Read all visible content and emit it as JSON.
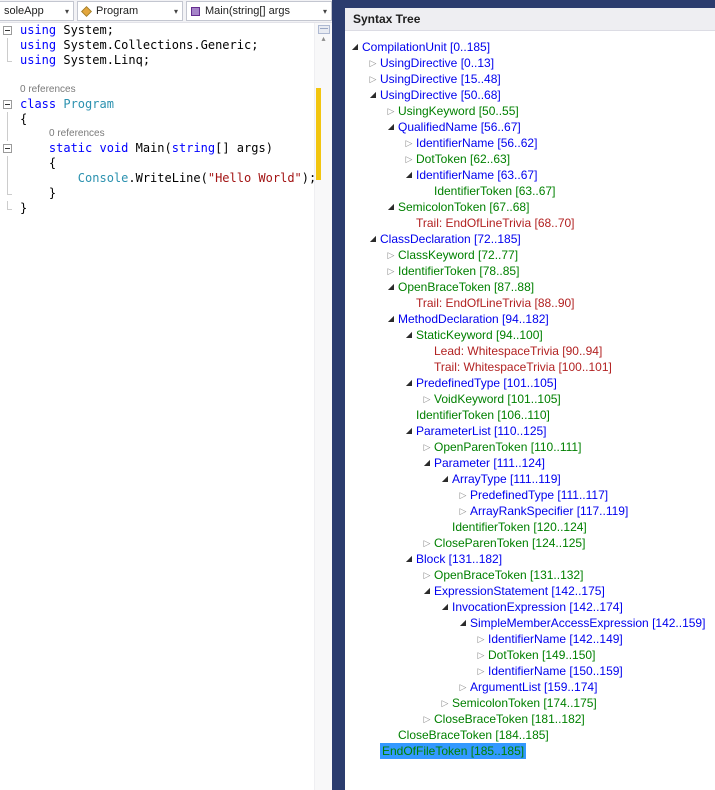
{
  "editor": {
    "navbar": {
      "project_label": "soleApp",
      "type_label": "Program",
      "member_label": "Main(string[] args"
    },
    "lines": [
      {
        "type": "code",
        "fold": "minus",
        "segments": [
          {
            "c": "kw",
            "t": "using"
          },
          {
            "c": "pl",
            "t": " System;"
          }
        ]
      },
      {
        "type": "code",
        "fold": "vline",
        "segments": [
          {
            "c": "kw",
            "t": "using"
          },
          {
            "c": "pl",
            "t": " System.Collections.Generic;"
          }
        ]
      },
      {
        "type": "code",
        "fold": "end",
        "segments": [
          {
            "c": "kw",
            "t": "using"
          },
          {
            "c": "pl",
            "t": " System.Linq;"
          }
        ]
      },
      {
        "type": "code",
        "fold": "none",
        "segments": []
      },
      {
        "type": "codelens",
        "fold": "none",
        "indent": 0,
        "text": "0 references"
      },
      {
        "type": "code",
        "fold": "minus",
        "segments": [
          {
            "c": "kw",
            "t": "class"
          },
          {
            "c": "pl",
            "t": " "
          },
          {
            "c": "ty",
            "t": "Program"
          }
        ]
      },
      {
        "type": "code",
        "fold": "vline",
        "segments": [
          {
            "c": "pl",
            "t": "{"
          }
        ]
      },
      {
        "type": "codelens",
        "fold": "vline",
        "indent": 1,
        "text": "0 references"
      },
      {
        "type": "code",
        "fold": "minus",
        "segments": [
          {
            "c": "pl",
            "t": "    "
          },
          {
            "c": "kw",
            "t": "static"
          },
          {
            "c": "pl",
            "t": " "
          },
          {
            "c": "kw",
            "t": "void"
          },
          {
            "c": "pl",
            "t": " Main("
          },
          {
            "c": "kw",
            "t": "string"
          },
          {
            "c": "pl",
            "t": "[] args)"
          }
        ]
      },
      {
        "type": "code",
        "fold": "vline",
        "segments": [
          {
            "c": "pl",
            "t": "    {"
          }
        ]
      },
      {
        "type": "code",
        "fold": "vline",
        "caret": true,
        "segments": [
          {
            "c": "pl",
            "t": "        "
          },
          {
            "c": "ty",
            "t": "Console"
          },
          {
            "c": "pl",
            "t": ".WriteLine("
          },
          {
            "c": "str",
            "t": "\"Hello World\""
          },
          {
            "c": "pl",
            "t": ");"
          }
        ]
      },
      {
        "type": "code",
        "fold": "end",
        "segments": [
          {
            "c": "pl",
            "t": "    }"
          }
        ]
      },
      {
        "type": "code",
        "fold": "end",
        "segments": [
          {
            "c": "pl",
            "t": "}"
          }
        ]
      }
    ]
  },
  "syntax_tree": {
    "title": "Syntax Tree",
    "nodes": [
      {
        "label": "CompilationUnit [0..185]",
        "kind": "node",
        "indent": 0,
        "glyph": "expanded"
      },
      {
        "label": "UsingDirective [0..13]",
        "kind": "node",
        "indent": 1,
        "glyph": "collapsed"
      },
      {
        "label": "UsingDirective [15..48]",
        "kind": "node",
        "indent": 1,
        "glyph": "collapsed"
      },
      {
        "label": "UsingDirective [50..68]",
        "kind": "node",
        "indent": 1,
        "glyph": "expanded"
      },
      {
        "label": "UsingKeyword [50..55]",
        "kind": "token",
        "indent": 2,
        "glyph": "collapsed"
      },
      {
        "label": "QualifiedName [56..67]",
        "kind": "node",
        "indent": 2,
        "glyph": "expanded"
      },
      {
        "label": "IdentifierName [56..62]",
        "kind": "node",
        "indent": 3,
        "glyph": "collapsed"
      },
      {
        "label": "DotToken [62..63]",
        "kind": "token",
        "indent": 3,
        "glyph": "collapsed"
      },
      {
        "label": "IdentifierName [63..67]",
        "kind": "node",
        "indent": 3,
        "glyph": "expanded"
      },
      {
        "label": "IdentifierToken [63..67]",
        "kind": "token",
        "indent": 4,
        "glyph": "none"
      },
      {
        "label": "SemicolonToken [67..68]",
        "kind": "token",
        "indent": 2,
        "glyph": "expanded"
      },
      {
        "label": "Trail: EndOfLineTrivia [68..70]",
        "kind": "trivia",
        "indent": 3,
        "glyph": "none"
      },
      {
        "label": "ClassDeclaration [72..185]",
        "kind": "node",
        "indent": 1,
        "glyph": "expanded"
      },
      {
        "label": "ClassKeyword [72..77]",
        "kind": "token",
        "indent": 2,
        "glyph": "collapsed"
      },
      {
        "label": "IdentifierToken [78..85]",
        "kind": "token",
        "indent": 2,
        "glyph": "collapsed"
      },
      {
        "label": "OpenBraceToken [87..88]",
        "kind": "token",
        "indent": 2,
        "glyph": "expanded"
      },
      {
        "label": "Trail: EndOfLineTrivia [88..90]",
        "kind": "trivia",
        "indent": 3,
        "glyph": "none"
      },
      {
        "label": "MethodDeclaration [94..182]",
        "kind": "node",
        "indent": 2,
        "glyph": "expanded"
      },
      {
        "label": "StaticKeyword [94..100]",
        "kind": "token",
        "indent": 3,
        "glyph": "expanded"
      },
      {
        "label": "Lead: WhitespaceTrivia [90..94]",
        "kind": "trivia",
        "indent": 4,
        "glyph": "none"
      },
      {
        "label": "Trail: WhitespaceTrivia [100..101]",
        "kind": "trivia",
        "indent": 4,
        "glyph": "none"
      },
      {
        "label": "PredefinedType [101..105]",
        "kind": "node",
        "indent": 3,
        "glyph": "expanded"
      },
      {
        "label": "VoidKeyword [101..105]",
        "kind": "token",
        "indent": 4,
        "glyph": "collapsed"
      },
      {
        "label": "IdentifierToken [106..110]",
        "kind": "token",
        "indent": 3,
        "glyph": "none"
      },
      {
        "label": "ParameterList [110..125]",
        "kind": "node",
        "indent": 3,
        "glyph": "expanded"
      },
      {
        "label": "OpenParenToken [110..111]",
        "kind": "token",
        "indent": 4,
        "glyph": "collapsed"
      },
      {
        "label": "Parameter [111..124]",
        "kind": "node",
        "indent": 4,
        "glyph": "expanded"
      },
      {
        "label": "ArrayType [111..119]",
        "kind": "node",
        "indent": 5,
        "glyph": "expanded"
      },
      {
        "label": "PredefinedType [111..117]",
        "kind": "node",
        "indent": 6,
        "glyph": "collapsed"
      },
      {
        "label": "ArrayRankSpecifier [117..119]",
        "kind": "node",
        "indent": 6,
        "glyph": "collapsed"
      },
      {
        "label": "IdentifierToken [120..124]",
        "kind": "token",
        "indent": 5,
        "glyph": "none"
      },
      {
        "label": "CloseParenToken [124..125]",
        "kind": "token",
        "indent": 4,
        "glyph": "collapsed"
      },
      {
        "label": "Block [131..182]",
        "kind": "node",
        "indent": 3,
        "glyph": "expanded"
      },
      {
        "label": "OpenBraceToken [131..132]",
        "kind": "token",
        "indent": 4,
        "glyph": "collapsed"
      },
      {
        "label": "ExpressionStatement [142..175]",
        "kind": "node",
        "indent": 4,
        "glyph": "expanded"
      },
      {
        "label": "InvocationExpression [142..174]",
        "kind": "node",
        "indent": 5,
        "glyph": "expanded"
      },
      {
        "label": "SimpleMemberAccessExpression [142..159]",
        "kind": "node",
        "indent": 6,
        "glyph": "expanded"
      },
      {
        "label": "IdentifierName [142..149]",
        "kind": "node",
        "indent": 7,
        "glyph": "collapsed"
      },
      {
        "label": "DotToken [149..150]",
        "kind": "token",
        "indent": 7,
        "glyph": "collapsed"
      },
      {
        "label": "IdentifierName [150..159]",
        "kind": "node",
        "indent": 7,
        "glyph": "collapsed"
      },
      {
        "label": "ArgumentList [159..174]",
        "kind": "node",
        "indent": 6,
        "glyph": "collapsed"
      },
      {
        "label": "SemicolonToken [174..175]",
        "kind": "token",
        "indent": 5,
        "glyph": "collapsed"
      },
      {
        "label": "CloseBraceToken [181..182]",
        "kind": "token",
        "indent": 4,
        "glyph": "collapsed"
      },
      {
        "label": "CloseBraceToken [184..185]",
        "kind": "token",
        "indent": 2,
        "glyph": "none"
      },
      {
        "label": "EndOfFileToken [185..185]",
        "kind": "token",
        "indent": 1,
        "glyph": "none",
        "selected": true
      }
    ]
  },
  "colors": {
    "node": "#0000EE",
    "token": "#008000",
    "trivia": "#B22222",
    "selection": "#3399FF",
    "keyword": "#0000FF",
    "type_name": "#2B91AF",
    "string_literal": "#A31515",
    "modified_bar": "#F2C50F",
    "splitter": "#2B3C6E"
  }
}
